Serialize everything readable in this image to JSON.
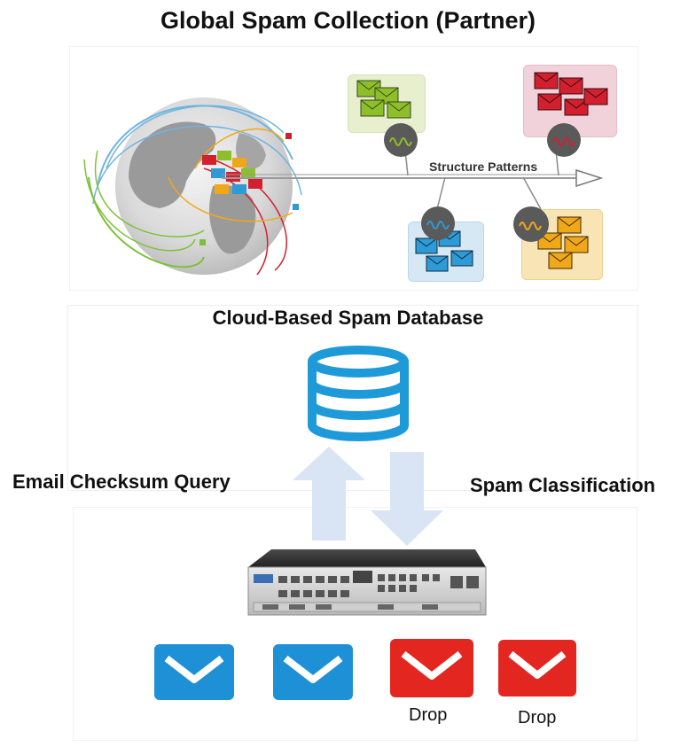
{
  "title": "Global Spam Collection (Partner)",
  "collection": {
    "arrow_label": "Structure Patterns",
    "clusters": [
      {
        "name": "green",
        "bg": "#e7efcf",
        "env": "#8cbf2a"
      },
      {
        "name": "red",
        "bg": "#f2d2da",
        "env": "#d2202e"
      },
      {
        "name": "blue",
        "bg": "#d6e8f4",
        "env": "#2e9ad6"
      },
      {
        "name": "orange",
        "bg": "#f9e4b6",
        "env": "#f0a818"
      }
    ]
  },
  "database": {
    "label": "Cloud-Based Spam Database",
    "color": "#1e9ad8"
  },
  "flow": {
    "query_label": "Email Checksum Query",
    "classification_label": "Spam Classification",
    "arrow_color": "#d9e5f4"
  },
  "emails": [
    {
      "color": "#1e90d6",
      "label": ""
    },
    {
      "color": "#1e90d6",
      "label": ""
    },
    {
      "color": "#e3261f",
      "label": "Drop"
    },
    {
      "color": "#e3261f",
      "label": "Drop"
    }
  ]
}
